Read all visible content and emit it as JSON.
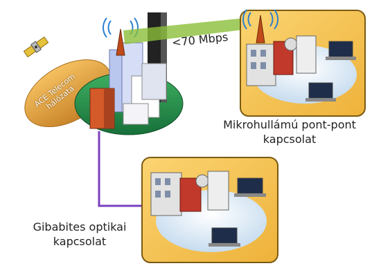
{
  "network": {
    "line1": "ACE Telecom",
    "line2": "hálózata"
  },
  "links": {
    "microwave_speed": "<70 Mbps",
    "microwave_caption_line1": "Mikrohullámú pont-pont",
    "microwave_caption_line2": "kapcsolat",
    "fiber_caption_line1": "Gibabites optikai",
    "fiber_caption_line2": "kapcsolat"
  },
  "colors": {
    "site_panel": "#f6c24a",
    "site_border": "#7a5a12",
    "microwave_beam": "#8bbf3a",
    "fiber_line": "#7a3fbf",
    "network_blob": "#e8a53a",
    "campus_base": "#1f8f45"
  }
}
